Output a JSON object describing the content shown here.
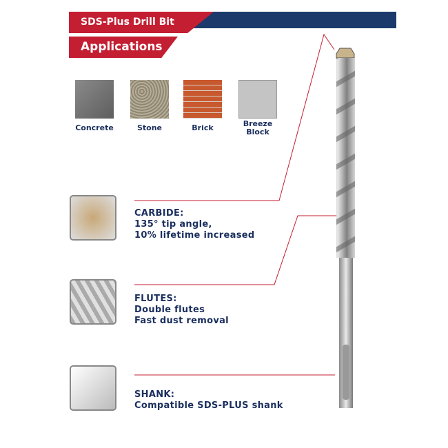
{
  "header": {
    "title": "SDS-Plus Drill Bit",
    "section": "Applications"
  },
  "materials": [
    {
      "label": "Concrete",
      "color": "#7a7a7a"
    },
    {
      "label": "Stone",
      "color": "#a59d88"
    },
    {
      "label": "Brick",
      "color": "#c8582e"
    },
    {
      "label": "Breeze Block",
      "color": "#b8b8b8"
    }
  ],
  "features": [
    {
      "title": "CARBIDE:",
      "lines": [
        "135° tip angle,",
        "10% lifetime increased"
      ]
    },
    {
      "title": "FLUTES:",
      "lines": [
        "Double flutes",
        "Fast dust removal"
      ]
    },
    {
      "title": "SHANK:",
      "lines": [
        "Compatible SDS-PLUS shank"
      ]
    }
  ],
  "colors": {
    "red": "#c41e32",
    "navy": "#1b3a6b",
    "text": "#1b2f5e"
  }
}
